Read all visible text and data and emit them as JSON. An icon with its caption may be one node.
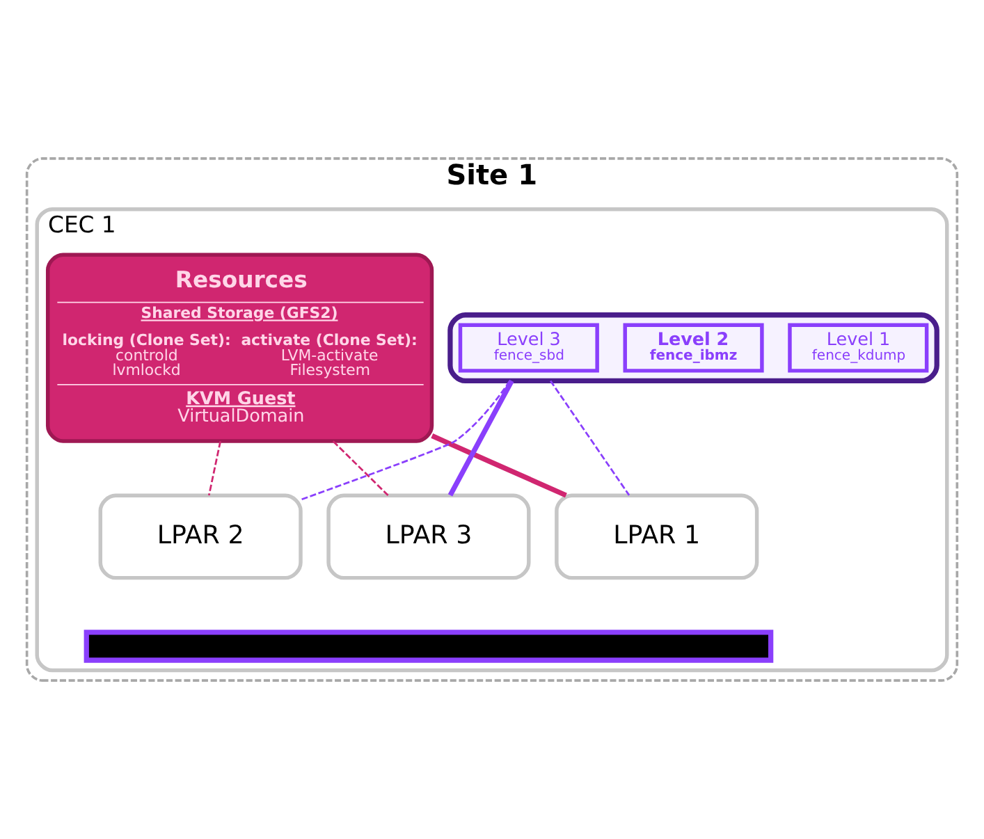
{
  "diagram": {
    "nodes": [
      {
        "text": [
          "Site 1"
        ]
      },
      {
        "text": [
          "CEC 1"
        ],
        "in": 0
      },
      {
        "text": [
          "Resources",
          "Shared Storage (GFS2)",
          "locking (Clone Set):",
          "controld",
          "lvmlockd",
          "activate (Clone Set):",
          "LVM-activate",
          "Filesystem",
          "KVM Guest",
          "VirtualDomain"
        ],
        "in": 1
      },
      {
        "text": [],
        "shape": "box",
        "in": 1
      },
      {
        "text": [
          "Level 1",
          "fence_kdump"
        ],
        "in": 3
      },
      {
        "text": [
          "Level 2",
          "fence_ibmz"
        ],
        "in": 3
      },
      {
        "text": [
          "Level 3",
          "fence_sbd"
        ],
        "in": 3
      },
      {
        "text": [
          "LPAR 1"
        ],
        "in": 1
      },
      {
        "text": [
          "LPAR 2"
        ],
        "in": 1
      },
      {
        "text": [
          "LPAR 3"
        ],
        "in": 1
      },
      {
        "text": [],
        "shape": "bar",
        "in": 1
      }
    ],
    "edges": [
      {
        "from": 2,
        "to": 7,
        "arrow": "none",
        "style": "thick",
        "color": "#d02670"
      },
      {
        "from": 2,
        "to": 8,
        "arrow": "none",
        "style": "dashed",
        "color": "#d02670"
      },
      {
        "from": 2,
        "to": 9,
        "arrow": "none",
        "style": "dashed",
        "color": "#d02670"
      },
      {
        "from": 3,
        "to": 9,
        "arrow": "none",
        "style": "thick",
        "color": "#8a3ffc"
      },
      {
        "from": 3,
        "to": 7,
        "arrow": "none",
        "style": "dashed",
        "color": "#8a3ffc"
      },
      {
        "from": 3,
        "to": 8,
        "arrow": "none",
        "style": "dashed",
        "color": "#8a3ffc"
      }
    ]
  }
}
